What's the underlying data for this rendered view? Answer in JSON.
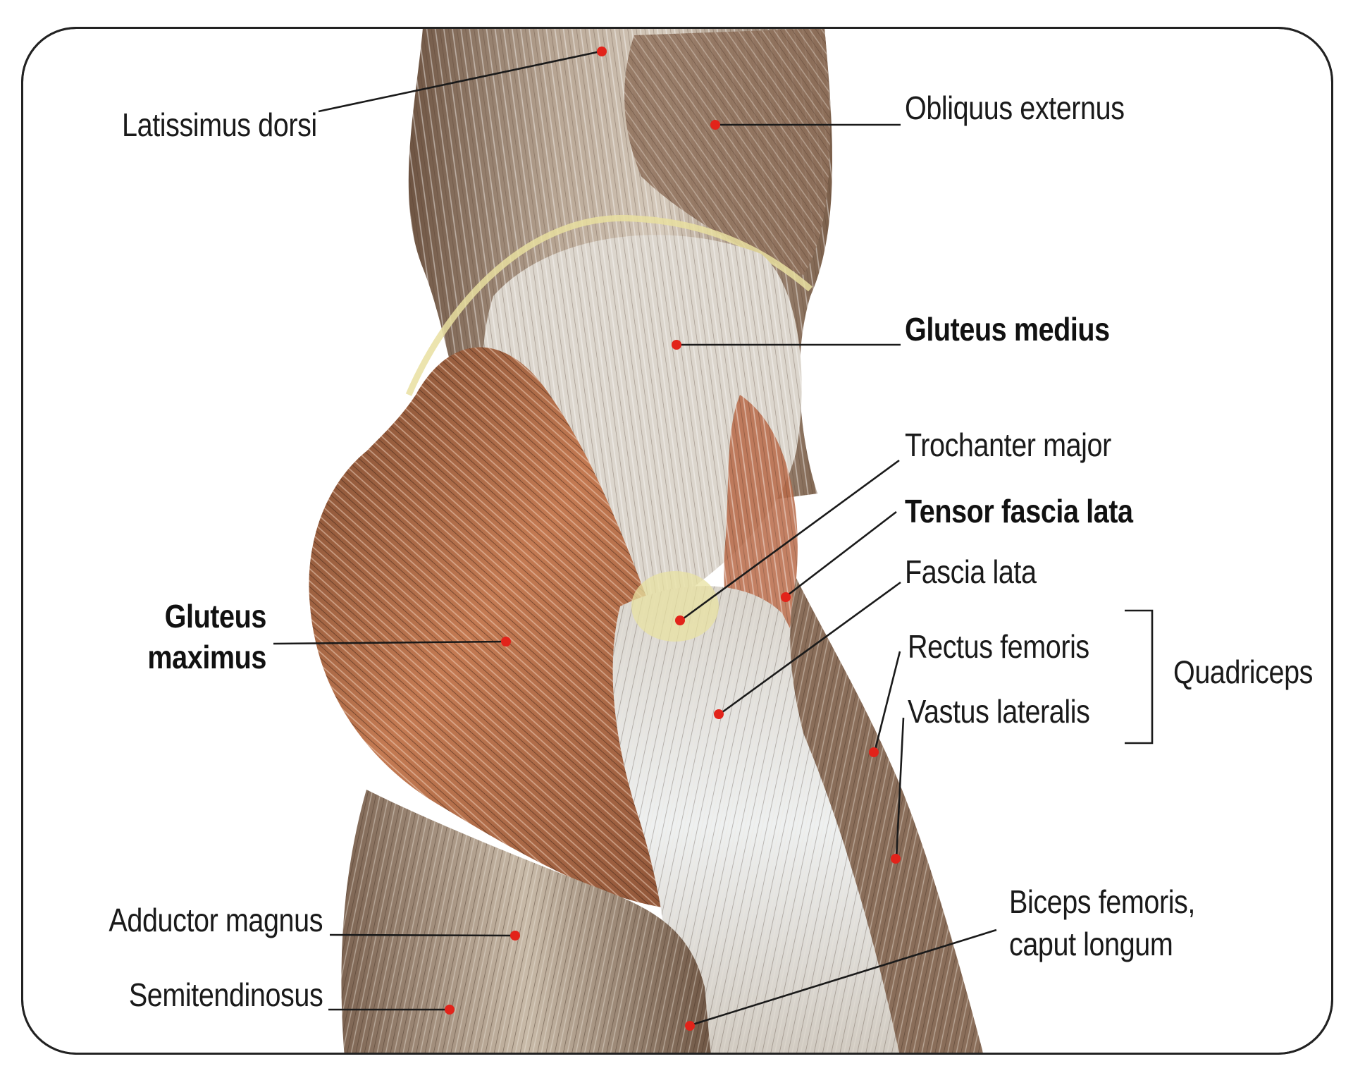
{
  "labels": {
    "latissimus_dorsi": "Latissimus dorsi",
    "obliquus_externus": "Obliquus externus",
    "gluteus_medius": "Gluteus medius",
    "trochanter_major": "Trochanter major",
    "tensor_fascia_lata": "Tensor fascia lata",
    "fascia_lata": "Fascia lata",
    "gluteus_maximus_line1": "Gluteus",
    "gluteus_maximus_line2": "maximus",
    "rectus_femoris": "Rectus femoris",
    "vastus_lateralis": "Vastus lateralis",
    "quadriceps": "Quadriceps",
    "adductor_magnus": "Adductor magnus",
    "semitendinosus": "Semitendinosus",
    "biceps_femoris_line1": "Biceps femoris,",
    "biceps_femoris_line2": "caput longum"
  },
  "colors": {
    "muscle_dark": "#8a6a52",
    "muscle_light": "#c9b9a8",
    "muscle_red": "#b5643f",
    "fascia": "#e4e8ea",
    "marker": "#e2231a",
    "leader": "#1a1a1a"
  }
}
